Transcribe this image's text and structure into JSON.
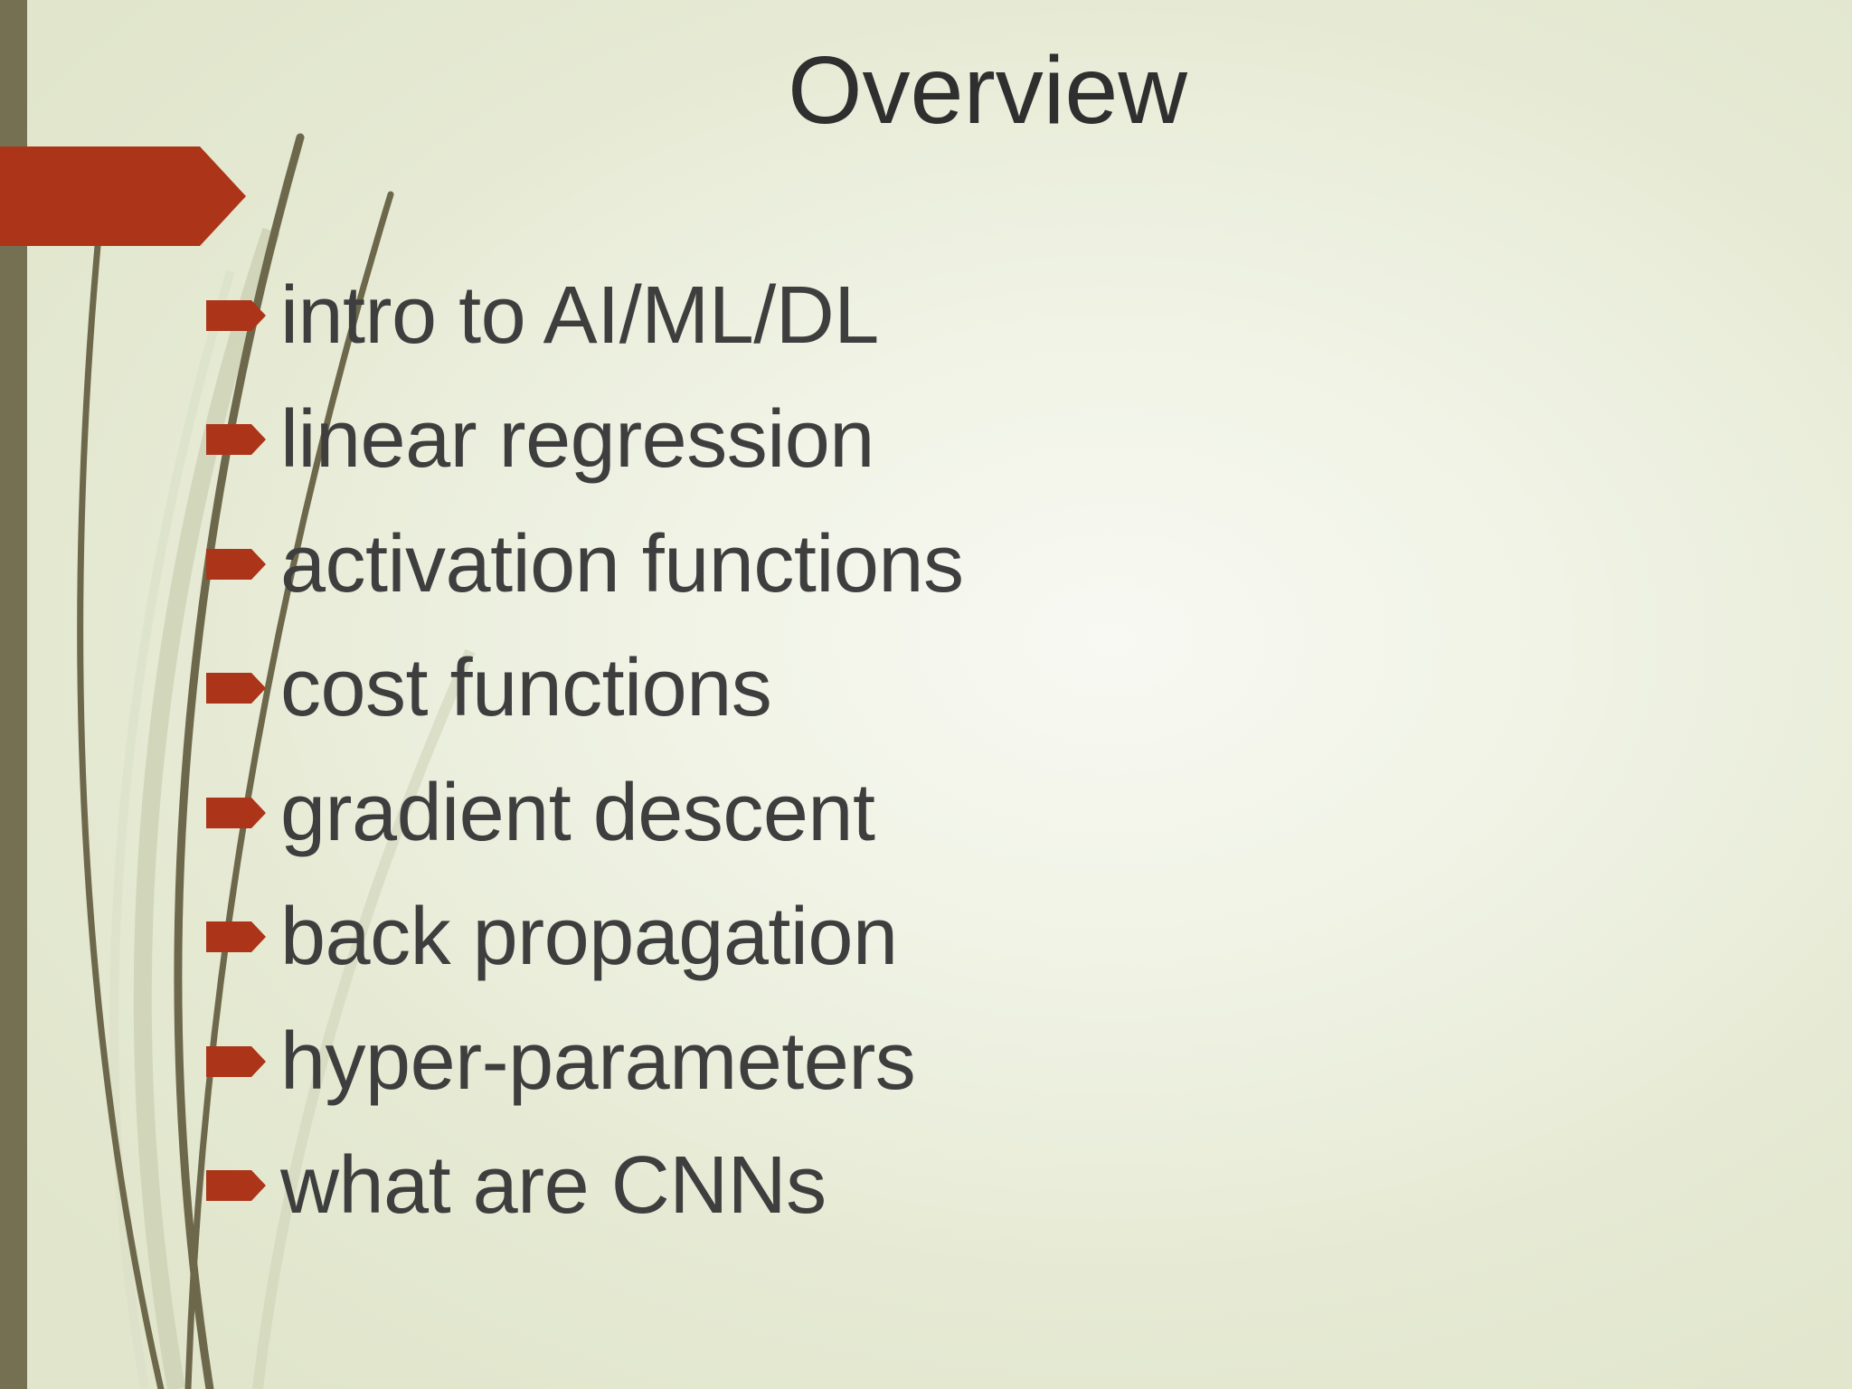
{
  "slide": {
    "title": "Overview",
    "bullets": [
      "intro to AI/ML/DL",
      "linear regression",
      "activation functions",
      "cost functions",
      "gradient descent",
      "back propagation",
      "hyper-parameters",
      "what are CNNs"
    ]
  },
  "colors": {
    "accent_red": "#ac3418",
    "sidebar_olive": "#757052",
    "stem_dark": "#6d684c",
    "stem_light": "#ced2b6",
    "stem_faint": "#dcdfc8",
    "title_text": "#2f2f2f",
    "body_text": "#3e3e3e"
  }
}
